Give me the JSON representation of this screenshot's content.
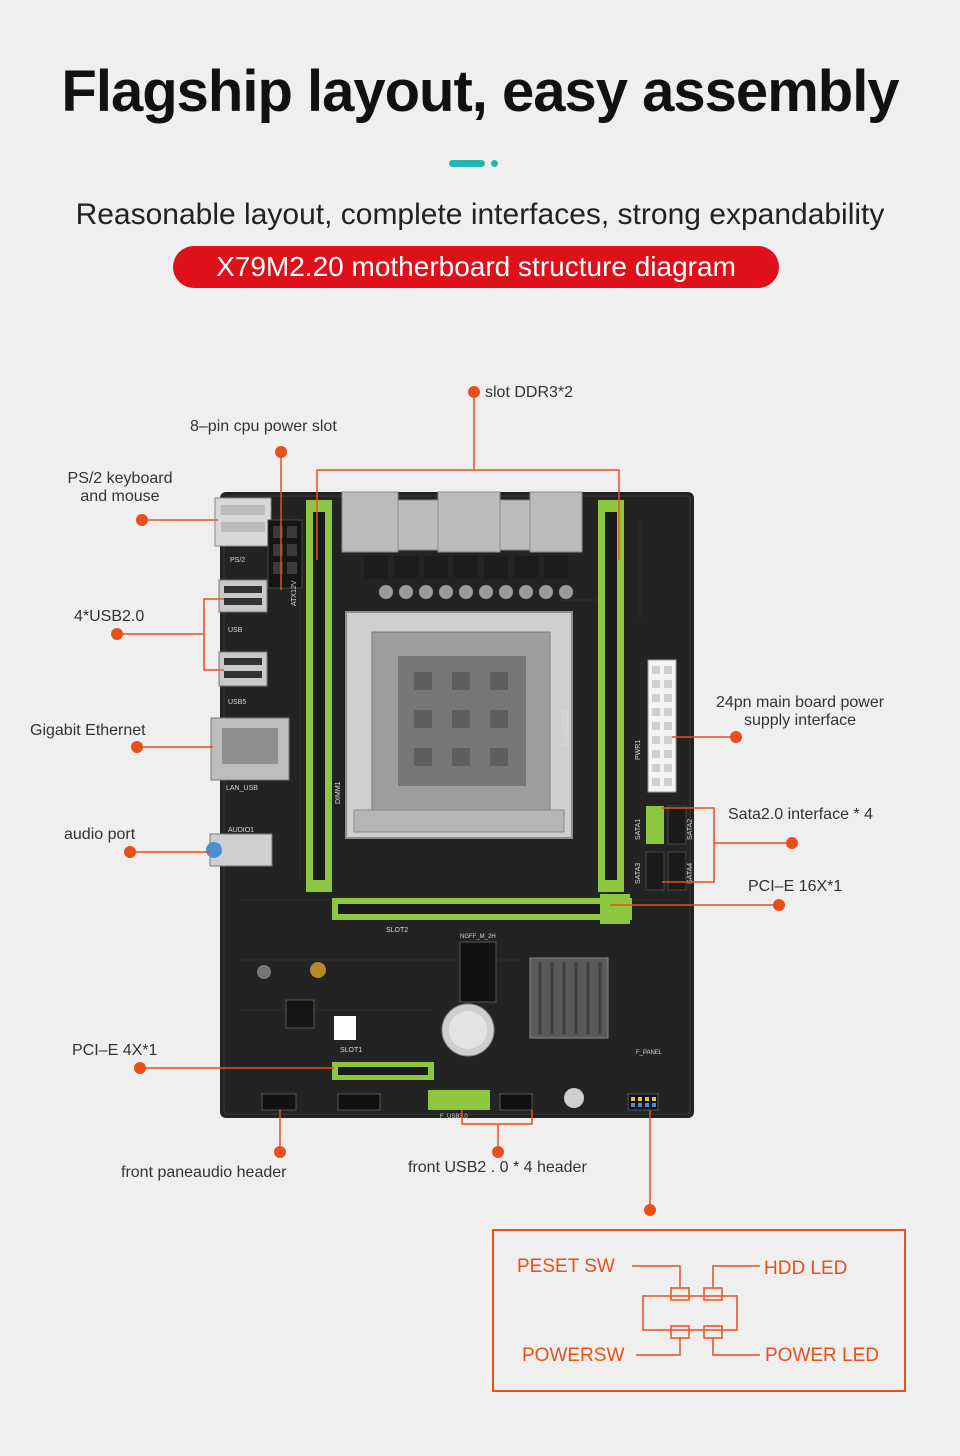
{
  "header": {
    "title": "Flagship layout, easy assembly",
    "subtitle": "Reasonable layout, complete interfaces, strong expandability",
    "badge": "X79M2.20 motherboard structure diagram"
  },
  "colors": {
    "accent": "#e8501a",
    "badge_red": "#e0101a",
    "teal": "#22b8b0",
    "slot_green": "#8dc63f",
    "pcb": "#232323"
  },
  "labels": {
    "ddr3": "slot DDR3*2",
    "cpu_power": "8–pin cpu power slot",
    "ps2_line1": "PS/2 keyboard",
    "ps2_line2": "and mouse",
    "usb": "4*USB2.0",
    "ethernet": "Gigabit Ethernet",
    "audio": "audio port",
    "atx24_line1": "24pn main board power",
    "atx24_line2": "supply interface",
    "sata": "Sata2.0 interface * 4",
    "pcie16": "PCI–E 16X*1",
    "pcie4": "PCI–E 4X*1",
    "front_audio": "front paneaudio header",
    "front_usb": "front USB2 . 0 * 4 header"
  },
  "board_marks": {
    "ps2": "PS/2",
    "atx12v": "ATX12V",
    "usb_a": "USB",
    "usb_b": "USB5",
    "lan": "LAN_USB",
    "audio": "AUDIO1",
    "dimm": "DIMM1",
    "socket": "LGA2011",
    "pwr": "PWR1",
    "sata1": "SATA1",
    "sata2": "SATA2",
    "sata3": "SATA3",
    "sata4": "SATA4",
    "slot2": "SLOT2",
    "slot1": "SLOT1",
    "ngff": "NGFF_M_2H",
    "fpanel": "F_PANEL",
    "fusb": "F_USB3.0"
  },
  "front_panel": {
    "reset_sw": "PESET SW",
    "hdd_led": "HDD LED",
    "power_sw": "POWERSW",
    "power_led": "POWER LED"
  }
}
